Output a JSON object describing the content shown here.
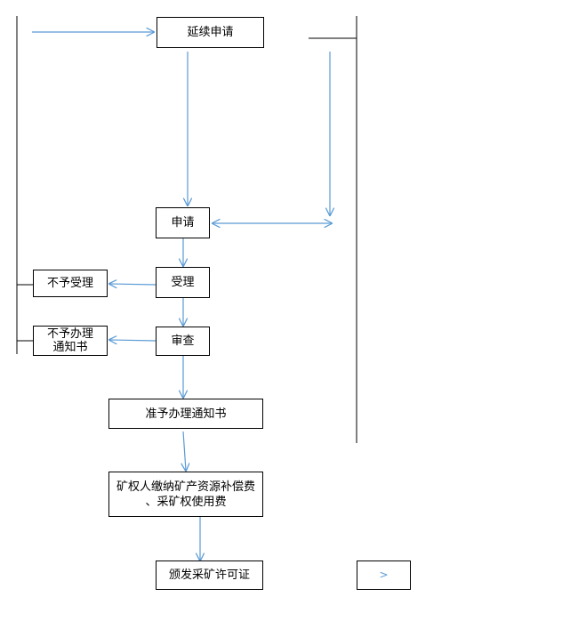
{
  "nodes": {
    "extension_application": "延续申请",
    "application": "申请",
    "acceptance": "受理",
    "not_accepted": "不予受理",
    "review": "审查",
    "not_approved_notice": [
      "不予办理",
      "通知书"
    ],
    "approval_notice": "准予办理通知书",
    "payment": [
      "矿权人缴纳矿产资源补偿费",
      "、采矿权使用费"
    ],
    "issue_license": "颁发采矿许可证",
    "legend_box_arrow": ">"
  },
  "colors": {
    "arrow": "#5b9bd5",
    "line": "#000000",
    "box_border": "#000000"
  }
}
